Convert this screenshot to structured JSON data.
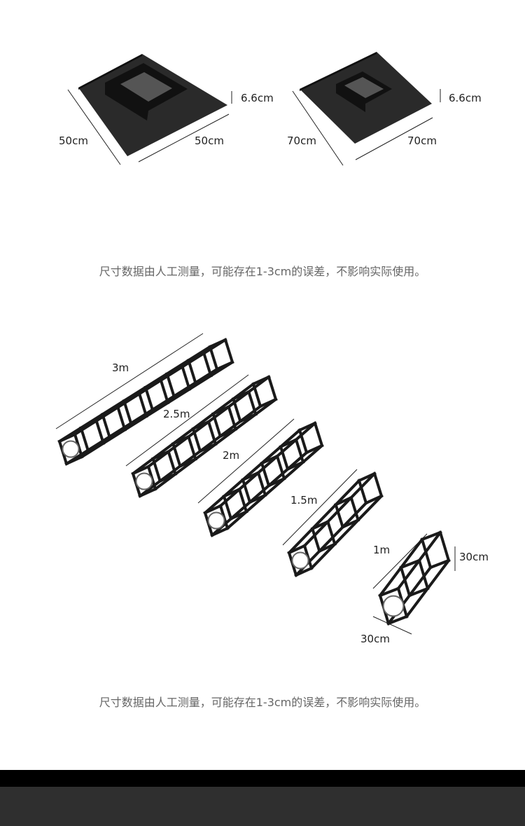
{
  "base_plates": [
    {
      "width_label": "50cm",
      "depth_label": "50cm",
      "height_label": "6.6cm"
    },
    {
      "width_label": "70cm",
      "depth_label": "70cm",
      "height_label": "6.6cm"
    }
  ],
  "trusses": [
    {
      "length_label": "3m",
      "segments": 7
    },
    {
      "length_label": "2.5m",
      "segments": 6
    },
    {
      "length_label": "2m",
      "segments": 5
    },
    {
      "length_label": "1.5m",
      "segments": 3
    },
    {
      "length_label": "1m",
      "segments": 2
    }
  ],
  "cross_section": {
    "width_label": "30cm",
    "height_label": "30cm"
  },
  "captions": {
    "top": "尺寸数据由人工测量，可能存在1-3cm的误差，不影响实际使用。",
    "bottom": "尺寸数据由人工测量，可能存在1-3cm的误差，不影响实际使用。"
  },
  "colors": {
    "product": "#1a1a1a",
    "caption": "#666666",
    "footer_dark": "#2f2f2f"
  }
}
